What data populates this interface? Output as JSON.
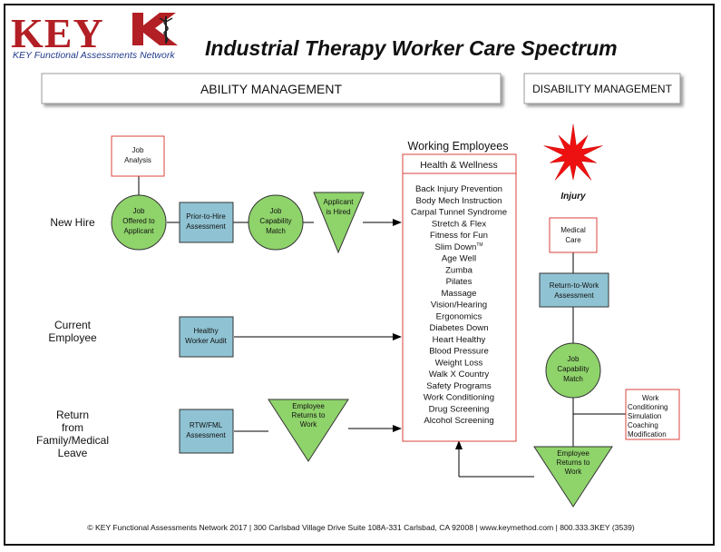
{
  "logo": {
    "word": "KEY",
    "subtitle": "KEY Functional Assessments Network"
  },
  "title": "Industrial Therapy Worker Care Spectrum",
  "sections": {
    "ability": "ABILITY MANAGEMENT",
    "disability": "DISABILITY MANAGEMENT"
  },
  "rows": {
    "new_hire": "New Hire",
    "current_l1": "Current",
    "current_l2": "Employee",
    "rtw_l1": "Return",
    "rtw_l2": "from",
    "rtw_l3": "Family/Medical",
    "rtw_l4": "Leave"
  },
  "new_hire": {
    "job_analysis": [
      "Job",
      "Analysis"
    ],
    "job_offered": [
      "Job",
      "Offered to",
      "Applicant"
    ],
    "prior_to_hire": [
      "Prior-to-Hire",
      "Assessment"
    ],
    "job_capability": [
      "Job",
      "Capability",
      "Match"
    ],
    "applicant_hired": [
      "Applicant",
      "is Hired"
    ]
  },
  "current": {
    "healthy_audit": [
      "Healthy",
      "Worker Audit"
    ]
  },
  "rtw": {
    "rtw_fml": [
      "RTW/FML",
      "Assessment"
    ],
    "returns": [
      "Employee",
      "Returns to",
      "Work"
    ]
  },
  "working": {
    "heading": "Working  Employees",
    "health": "Health  &  Wellness",
    "programs": [
      "Back Injury Prevention",
      "Body Mech Instruction",
      "Carpal Tunnel Syndrome",
      "Stretch & Flex",
      "Fitness for Fun",
      "Slim Down",
      "Age Well",
      "Zumba",
      "Pilates",
      "Massage",
      "Vision/Hearing",
      "Ergonomics",
      "Diabetes Down",
      "Heart Healthy",
      "Blood Pressure",
      "Weight Loss",
      "Walk X Country",
      "Safety Programs",
      "Work Conditioning",
      "Drug Screening",
      "Alcohol Screening"
    ],
    "tm": "TM"
  },
  "disability": {
    "injury": "Injury",
    "medical_care": [
      "Medical",
      "Care"
    ],
    "rtw_assessment": [
      "Return-to-Work",
      "Assessment"
    ],
    "job_capability": [
      "Job",
      "Capability",
      "Match"
    ],
    "work_list": [
      "Work",
      "Conditioning",
      "Simulation",
      "Coaching",
      "Modification"
    ],
    "returns": [
      "Employee",
      "Returns to",
      "Work"
    ]
  },
  "footer": "© KEY Functional Assessments Network 2017 | 300 Carlsbad Village Drive Suite 108A-331 Carlsbad, CA 92008 | www.keymethod.com | 800.333.3KEY (3539)",
  "colors": {
    "green": "#8fd36b",
    "blue": "#8fc3d3",
    "red_border": "#d9433b",
    "logo_red": "#b21f24",
    "injury_red": "#ee1111"
  }
}
